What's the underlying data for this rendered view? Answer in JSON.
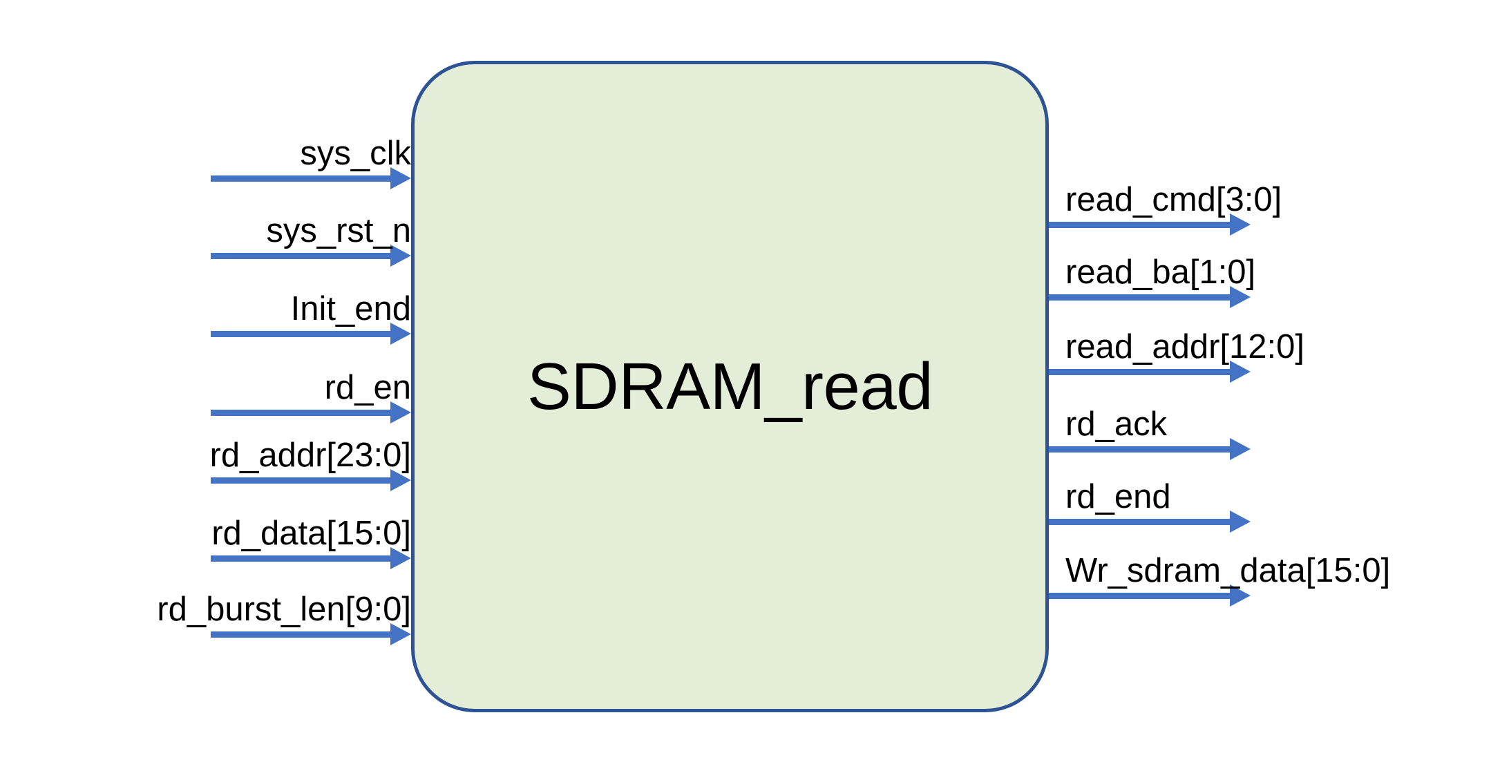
{
  "diagram": {
    "type": "block-diagram",
    "title": "SDRAM_read",
    "module_name": "SDRAM_read",
    "colors": {
      "block_fill": "#E3EDD8",
      "block_border": "#2E5395",
      "arrow": "#4472C4",
      "text": "#000000",
      "background": "#FFFFFF"
    },
    "inputs": [
      {
        "label": "sys_clk",
        "direction": "in",
        "width": 1
      },
      {
        "label": "sys_rst_n",
        "direction": "in",
        "width": 1
      },
      {
        "label": "Init_end",
        "direction": "in",
        "width": 1
      },
      {
        "label": "rd_en",
        "direction": "in",
        "width": 1
      },
      {
        "label": "rd_addr[23:0]",
        "direction": "in",
        "width": 24
      },
      {
        "label": "rd_data[15:0]",
        "direction": "in",
        "width": 16
      },
      {
        "label": "rd_burst_len[9:0]",
        "direction": "in",
        "width": 10
      }
    ],
    "outputs": [
      {
        "label": "read_cmd[3:0]",
        "direction": "out",
        "width": 4
      },
      {
        "label": "read_ba[1:0]",
        "direction": "out",
        "width": 2
      },
      {
        "label": "read_addr[12:0]",
        "direction": "out",
        "width": 13
      },
      {
        "label": "rd_ack",
        "direction": "out",
        "width": 1
      },
      {
        "label": "rd_end",
        "direction": "out",
        "width": 1
      },
      {
        "label": "Wr_sdram_data[15:0]",
        "direction": "out",
        "width": 16
      }
    ]
  }
}
